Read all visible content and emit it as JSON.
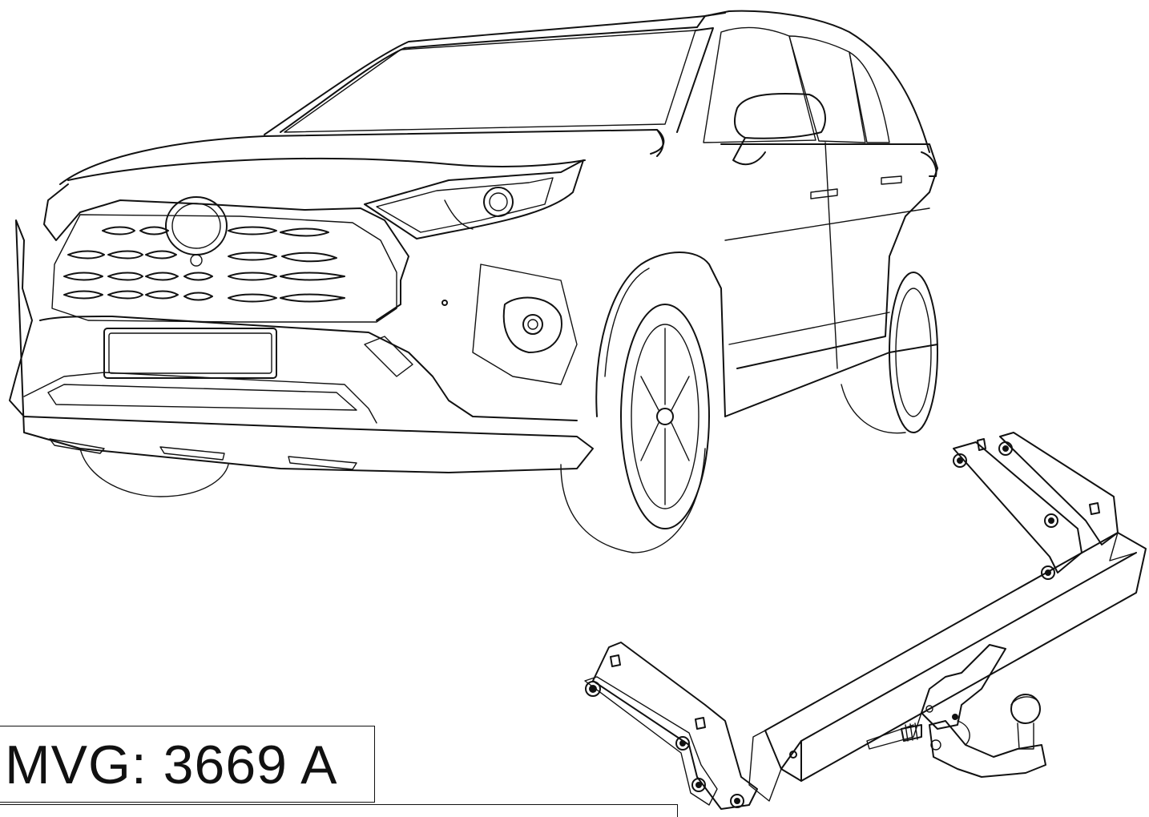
{
  "drawing": {
    "part_label": "MVG: 3669 A",
    "vehicle_icon": "suv-line-drawing",
    "towbar_icon": "towbar-assembly-line-drawing"
  }
}
